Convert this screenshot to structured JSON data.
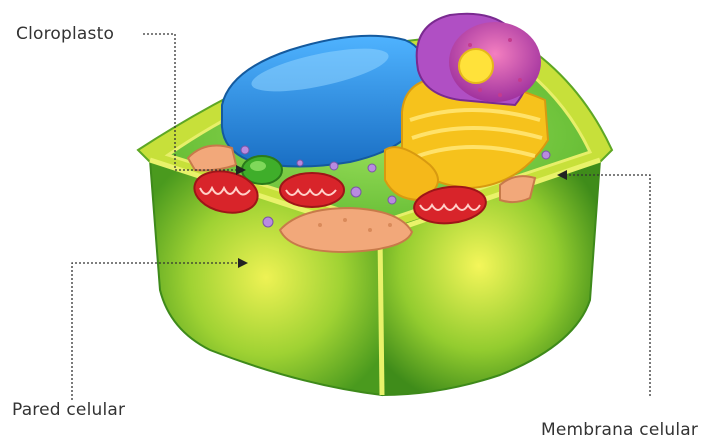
{
  "labels": {
    "cloroplasto": "Cloroplasto",
    "pared_celular": "Pared celular",
    "membrana_celular": "Membrana celular"
  },
  "colors": {
    "wall_green": "#7cc323",
    "wall_light": "#d9ec3a",
    "cytoplasm": "#8fd14f",
    "vacuole_blue": "#2a8ee0",
    "mitochondria_red": "#d8242a",
    "golgi_yellow": "#f6c21c",
    "nucleus_purple": "#b04fc4",
    "nucleolus_yellow": "#ffe23a",
    "pointer_line": "#333333"
  }
}
